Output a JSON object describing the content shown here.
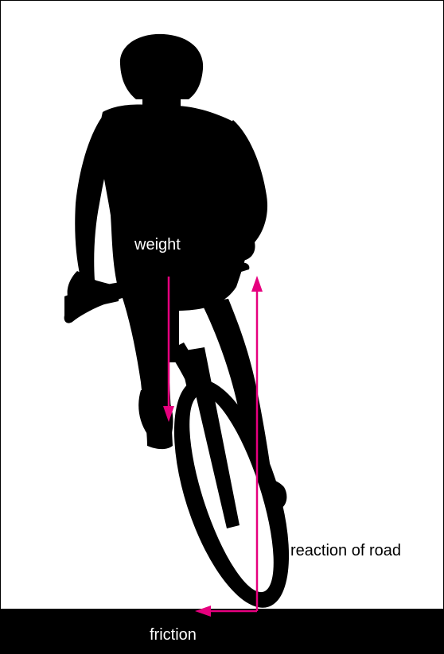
{
  "labels": {
    "weight": "weight",
    "reaction": "reaction of road",
    "friction": "friction"
  },
  "colors": {
    "force_arrow": "#e6007e",
    "silhouette": "#000000",
    "ground": "#000000",
    "background": "#ffffff"
  }
}
